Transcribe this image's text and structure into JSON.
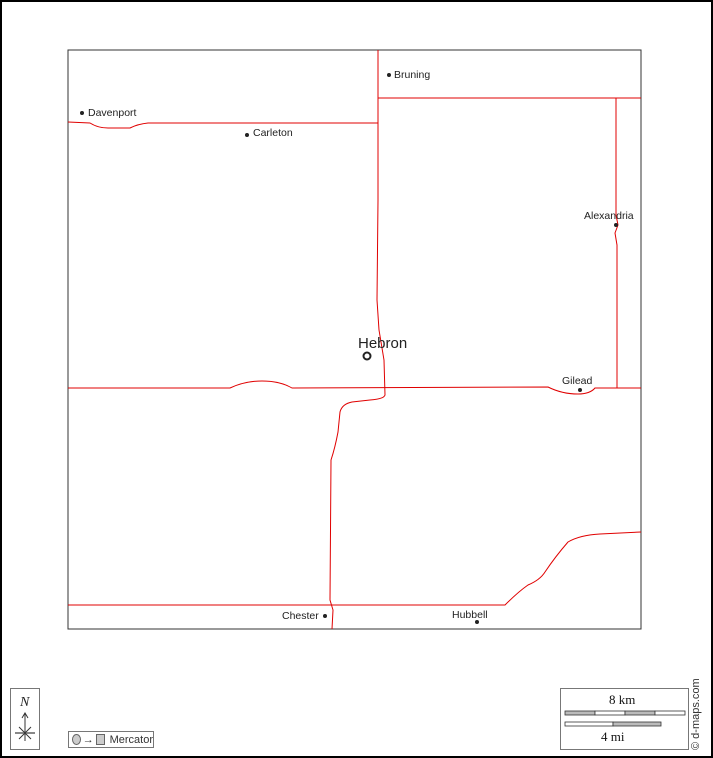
{
  "map": {
    "capital": "Hebron",
    "towns": [
      "Bruning",
      "Davenport",
      "Carleton",
      "Alexandria",
      "Gilead",
      "Chester",
      "Hubbell"
    ],
    "road_color": "#e00000"
  },
  "legend": {
    "north_label": "N",
    "projection": "Mercator",
    "scale_km": "8 km",
    "scale_mi": "4 mi",
    "credit": "© d-maps.com"
  }
}
